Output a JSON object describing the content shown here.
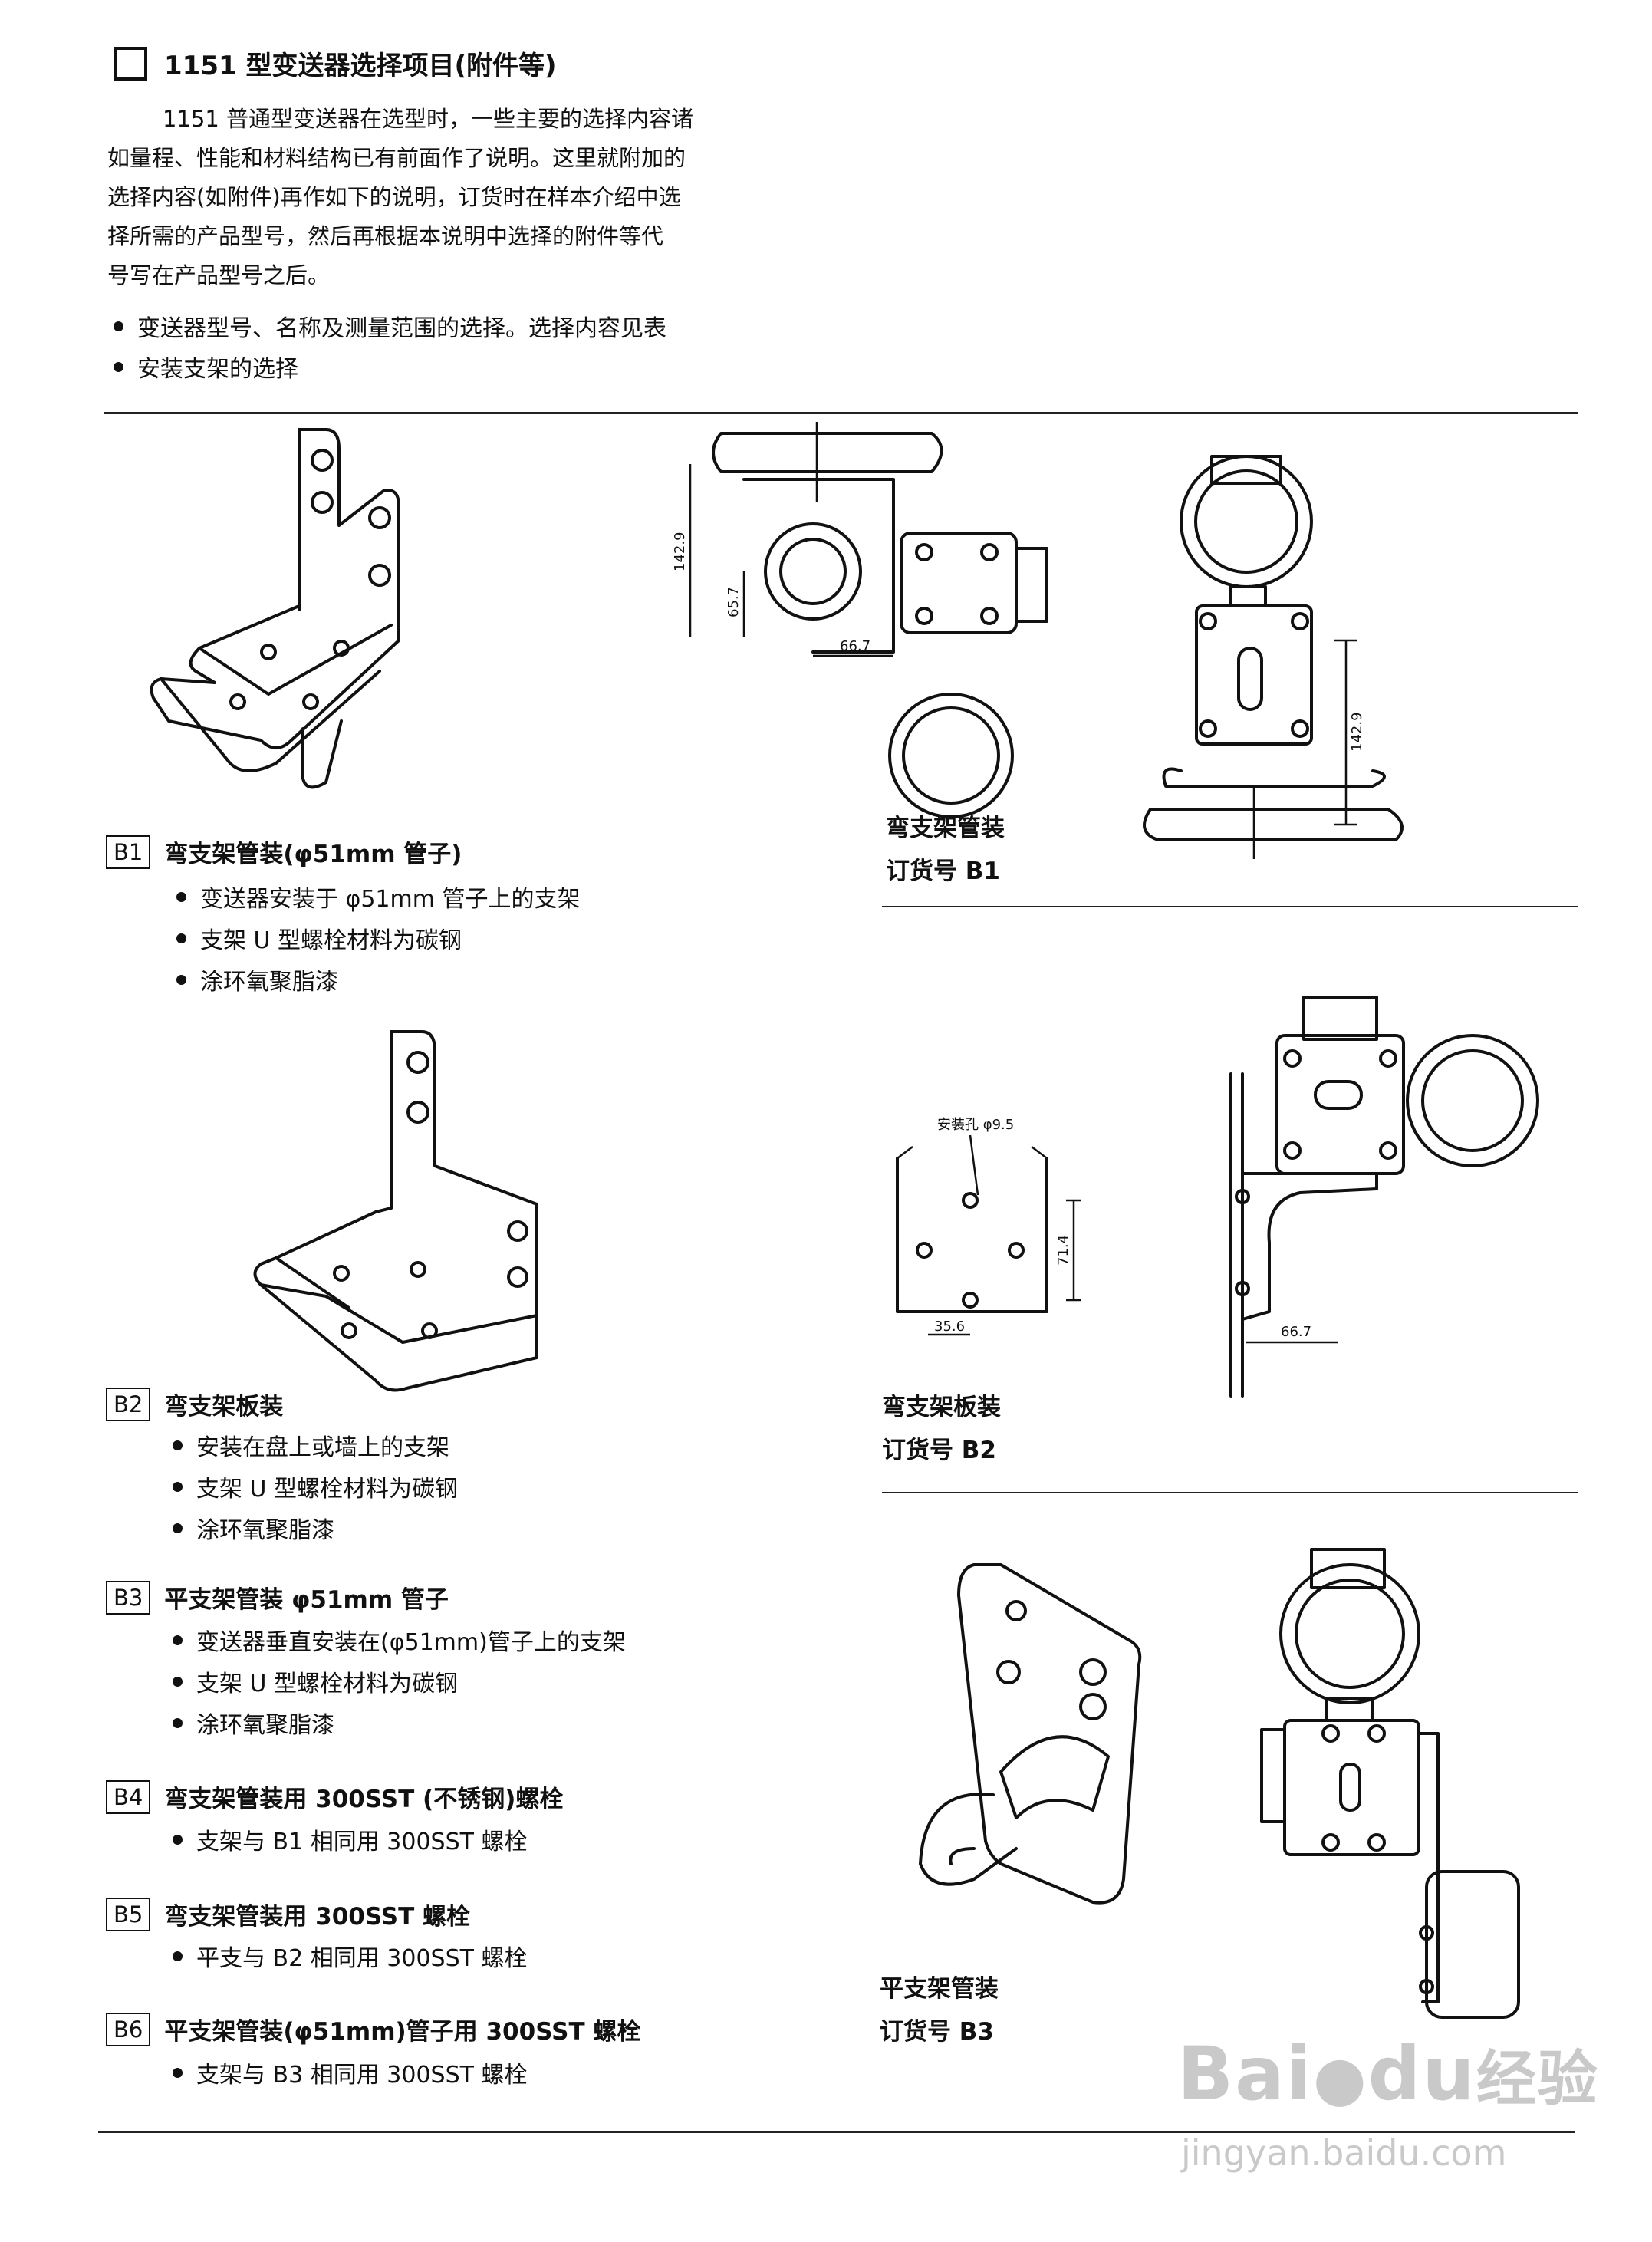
{
  "header": {
    "title": "1151 型变送器选择项目(附件等)",
    "intro_lines": [
      "1151 普通型变送器在选型时，一些主要的选择内容诸",
      "如量程、性能和材料结构已有前面作了说明。这里就附加的",
      "选择内容(如附件)再作如下的说明，订货时在样本介绍中选",
      "择所需的产品型号，然后再根据本说明中选择的附件等代",
      "号写在产品型号之后。"
    ],
    "bullets": [
      "变送器型号、名称及测量范围的选择。选择内容见表",
      "安装支架的选择"
    ]
  },
  "options": [
    {
      "code": "B1",
      "title": "弯支架管装(φ51mm 管子)",
      "items": [
        "变送器安装于 φ51mm 管子上的支架",
        "支架 U 型螺栓材料为碳钢",
        "涂环氧聚脂漆"
      ]
    },
    {
      "code": "B2",
      "title": "弯支架板装",
      "items": [
        "安装在盘上或墙上的支架",
        "支架 U 型螺栓材料为碳钢",
        "涂环氧聚脂漆"
      ]
    },
    {
      "code": "B3",
      "title": "平支架管装 φ51mm 管子",
      "items": [
        "变送器垂直安装在(φ51mm)管子上的支架",
        "支架 U 型螺栓材料为碳钢",
        "涂环氧聚脂漆"
      ]
    },
    {
      "code": "B4",
      "title": "弯支架管装用 300SST (不锈钢)螺栓",
      "items": [
        "支架与 B1 相同用 300SST 螺栓"
      ]
    },
    {
      "code": "B5",
      "title": "弯支架管装用 300SST 螺栓",
      "items": [
        "平支与 B2 相同用 300SST 螺栓"
      ]
    },
    {
      "code": "B6",
      "title": "平支架管装(φ51mm)管子用 300SST 螺栓",
      "items": [
        "支架与 B3 相同用 300SST 螺栓"
      ]
    }
  ],
  "figures": {
    "b1": {
      "caption_line1": "弯支架管装",
      "caption_line2": "订货号 B1",
      "dim_142": "142.9",
      "dim_65": "65.7",
      "dim_66": "66.7",
      "dim_142_right": "142.9"
    },
    "b2": {
      "caption_line1": "弯支架板装",
      "caption_line2": "订货号 B2",
      "hole_label": "安装孔 φ9.5",
      "dim_71": "71.4",
      "dim_35": "35.6",
      "dim_66": "66.7"
    },
    "b3": {
      "caption_line1": "平支架管装",
      "caption_line2": "订货号 B3"
    }
  },
  "watermark": {
    "brand": "Bai",
    "brand2": "du",
    "cn": "经验",
    "url": "jingyan.baidu.com"
  }
}
